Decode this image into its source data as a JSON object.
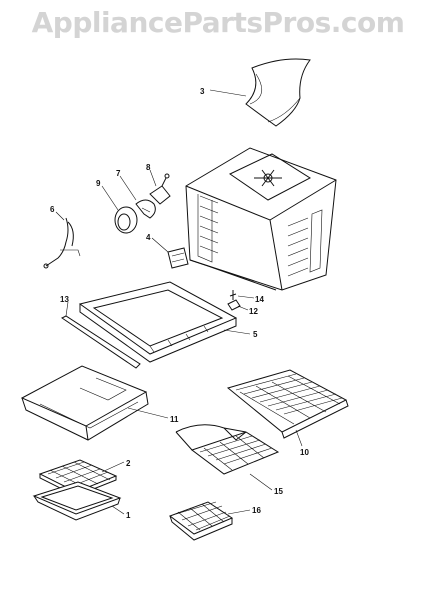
{
  "watermark": "AppliancePartsPros.com",
  "callouts": {
    "c1": "1",
    "c2": "2",
    "c3": "3",
    "c4": "4",
    "c5": "5",
    "c6": "6",
    "c7": "7",
    "c8": "8",
    "c9": "9",
    "c10": "10",
    "c11": "11",
    "c12": "12",
    "c13": "13",
    "c14": "14",
    "c15": "15",
    "c16": "16"
  }
}
